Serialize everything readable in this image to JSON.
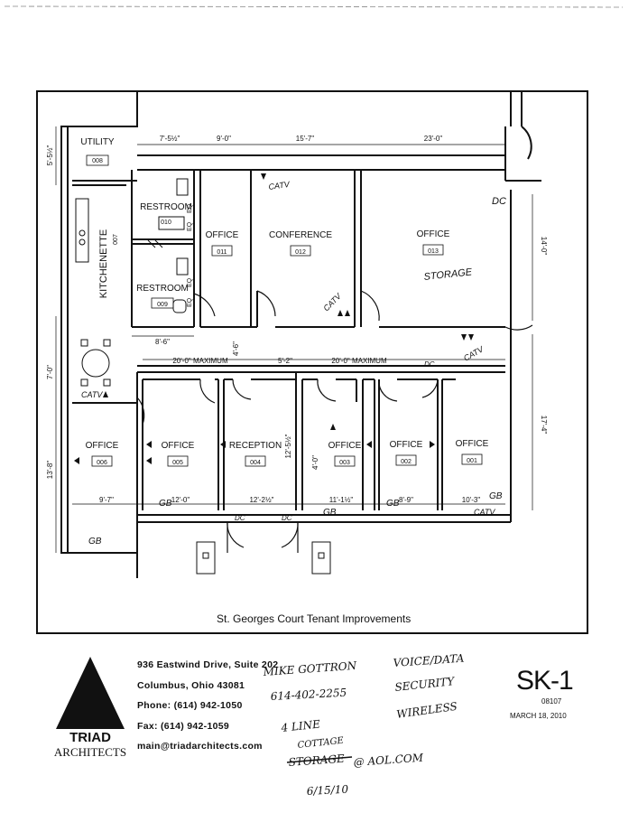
{
  "plan": {
    "title": "St. Georges Court Tenant Improvements",
    "rooms": [
      {
        "name": "UTILITY",
        "number": "008"
      },
      {
        "name": "RESTROOM",
        "number": "010"
      },
      {
        "name": "RESTROOM",
        "number": "009"
      },
      {
        "name": "KITCHENETTE",
        "number": "007"
      },
      {
        "name": "OFFICE",
        "number": "011"
      },
      {
        "name": "CONFERENCE",
        "number": "012"
      },
      {
        "name": "OFFICE",
        "number": "013"
      },
      {
        "name": "OFFICE",
        "number": "006"
      },
      {
        "name": "OFFICE",
        "number": "005"
      },
      {
        "name": "RECEPTION",
        "number": "004"
      },
      {
        "name": "OFFICE",
        "number": "003"
      },
      {
        "name": "OFFICE",
        "number": "002"
      },
      {
        "name": "OFFICE",
        "number": "001"
      }
    ],
    "dimensions": {
      "d_top_1": "7'-5½\"",
      "d_top_2": "9'-0\"",
      "d_top_3": "15'-7\"",
      "d_top_4": "23'-0\"",
      "d_left_1": "5'-5½\"",
      "d_left_2": "7'-0\"",
      "d_left_3": "13'-8\"",
      "d_right_1": "14'-0\"",
      "d_right_2": "17'-4\"",
      "d_rr": "8'-6\"",
      "d_corr_1": "20'-0\" MAXIMUM",
      "d_corr_2": "5'-2\"",
      "d_corr_3": "20'-0\" MAXIMUM",
      "d_vert_1": "4'-6\"",
      "d_vert_2": "12'-5½\"",
      "d_vert_3": "4'-0\"",
      "d_bot_1": "9'-7\"",
      "d_bot_2": "12'-0\"",
      "d_bot_3": "12'-2½\"",
      "d_bot_4": "11'-1½\"",
      "d_bot_5": "8'-9\"",
      "d_bot_6": "10'-3\""
    },
    "labels": {
      "eq_1": "EQ",
      "eq_2": "EQ",
      "eq_3": "EQ",
      "eq_4": "EQ"
    },
    "handwriting": {
      "catv_1": "CATV",
      "catv_2": "CATV",
      "catv_3": "CATV",
      "catv_4": "CATV",
      "catv_5": "CATV",
      "storage": "STORAGE",
      "dc_1": "DC",
      "dc_2": "DC",
      "dc_3": "DC",
      "dc_4": "DC",
      "gb_1": "GB",
      "gb_2": "GB",
      "gb_3": "GB",
      "gb_4": "GB",
      "gb_5": "GB"
    }
  },
  "titleblock": {
    "firm_word_1": "TRIAD",
    "firm_word_2": "ARCHITECTS",
    "address_line": "936 Eastwind Drive, Suite 202",
    "city_line": "Columbus, Ohio 43081",
    "phone_line": "Phone: (614) 942-1050",
    "fax_line": "Fax: (614) 942-1059",
    "email_line": "main@triadarchitects.com",
    "sheet_number": "SK-1",
    "project_number": "08107",
    "date": "MARCH 18, 2010"
  },
  "notes": {
    "name": "MIKE GOTTRON",
    "phone": "614-402-2255",
    "voice_data": "VOICE/DATA",
    "security": "SECURITY",
    "wireless": "WIRELESS",
    "four_line": "4 LINE",
    "cottage": "COTTAGE",
    "struck": "STORAGE",
    "email_frag": "@ AOL.COM",
    "date_note": "6/15/10"
  }
}
